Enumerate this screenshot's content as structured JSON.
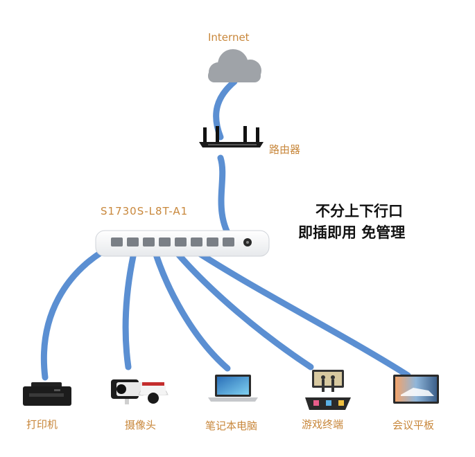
{
  "internet_label": "Internet",
  "router_label": "路由器",
  "switch_model": "S1730S-L8T-A1",
  "headline": {
    "line1": "不分上下行口",
    "line2": "即插即用 免管理"
  },
  "devices": [
    {
      "label": "打印机",
      "icon": "printer-icon"
    },
    {
      "label": "摄像头",
      "icon": "camera-icon"
    },
    {
      "label": "笔记本电脑",
      "icon": "laptop-icon"
    },
    {
      "label": "游戏终端",
      "icon": "game-terminal-icon"
    },
    {
      "label": "会议平板",
      "icon": "meeting-panel-icon"
    }
  ],
  "colors": {
    "cable": "#5b8fd2",
    "label": "#c8873b",
    "cloud": "#9fa3a8",
    "headline": "#111111"
  }
}
